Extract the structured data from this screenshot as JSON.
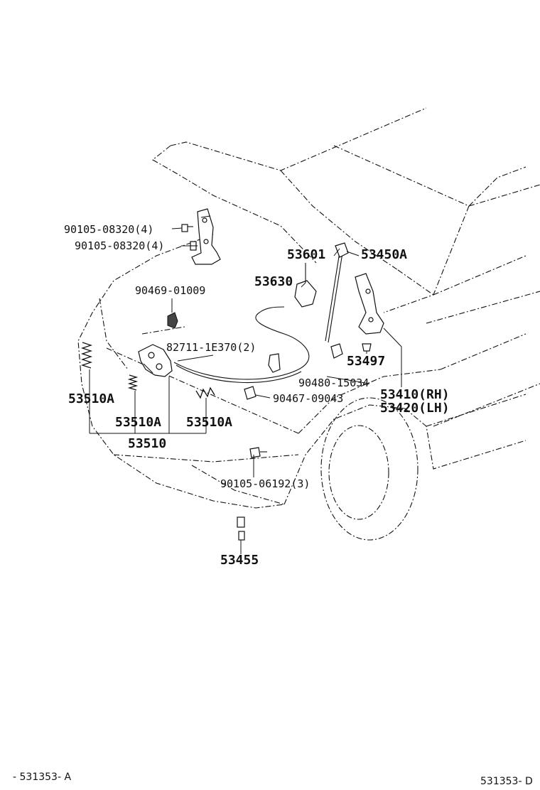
{
  "parts": [
    {
      "key": "p1",
      "text": "90105-08320(4)"
    },
    {
      "key": "p2",
      "text": "90105-08320(4)"
    },
    {
      "key": "p3",
      "text": "90469-01009"
    },
    {
      "key": "p4",
      "text": "53601"
    },
    {
      "key": "p5",
      "text": "53450A"
    },
    {
      "key": "p6",
      "text": "53630"
    },
    {
      "key": "p7",
      "text": "82711-1E370(2)"
    },
    {
      "key": "p8",
      "text": "53497"
    },
    {
      "key": "p9",
      "text": "90480-15034"
    },
    {
      "key": "p10",
      "text": "90467-09043"
    },
    {
      "key": "p11",
      "text": "53410(RH)"
    },
    {
      "key": "p12",
      "text": "53420(LH)"
    },
    {
      "key": "p13",
      "text": "53510A"
    },
    {
      "key": "p14",
      "text": "53510A"
    },
    {
      "key": "p15",
      "text": "53510A"
    },
    {
      "key": "p16",
      "text": "53510"
    },
    {
      "key": "p17",
      "text": "90105-06192(3)"
    },
    {
      "key": "p18",
      "text": "53455"
    }
  ],
  "footer": {
    "left_ref": "- 531353- A",
    "right_ref": "531353- D"
  }
}
